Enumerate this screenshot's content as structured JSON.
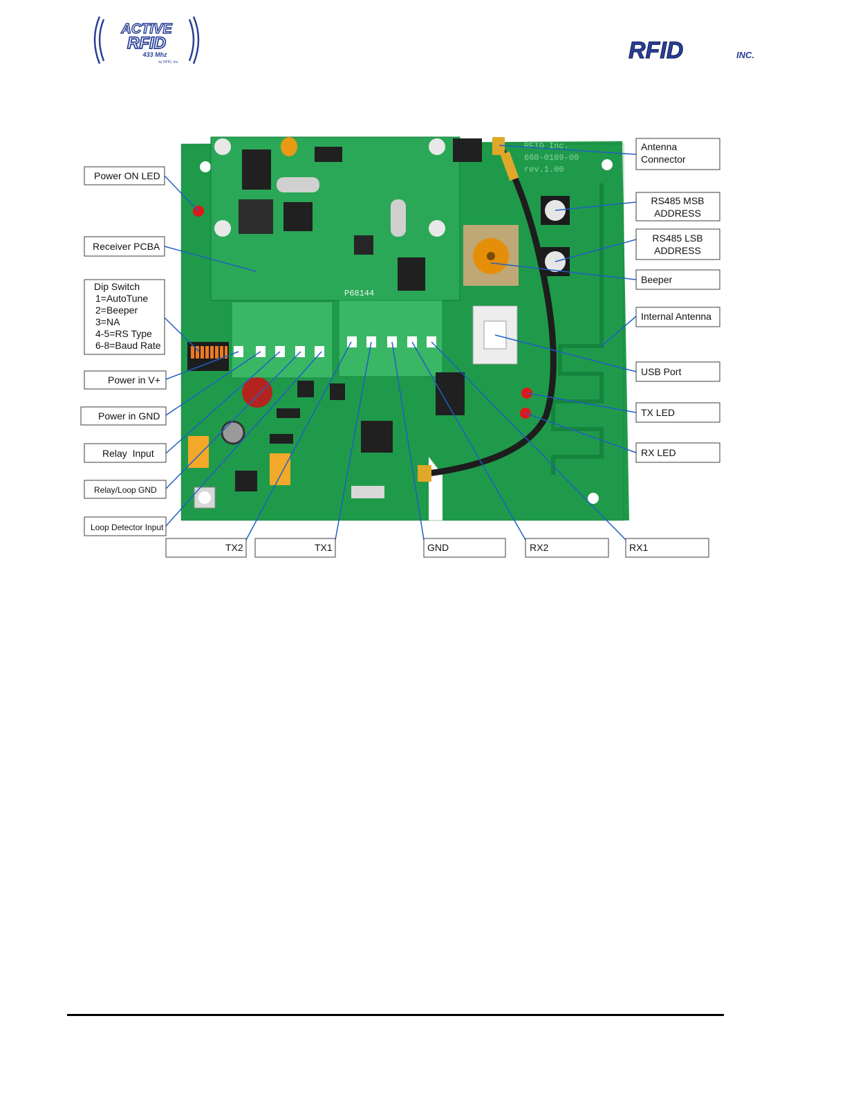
{
  "logos": {
    "left_lines": [
      "ACTIVE",
      "RFID",
      "433 Mhz",
      "by RFID, Inc."
    ],
    "right_text": "RFID",
    "right_suffix": "INC."
  },
  "board": {
    "part_number": "P68144",
    "silk_lines": [
      "RFID Inc.",
      "660-0169-00",
      "rev.1.00"
    ]
  },
  "callouts": {
    "power_on_led": "Power ON LED",
    "receiver_pcba": "Receiver PCBA",
    "dip_switch": [
      "Dip Switch",
      "1=AutoTune",
      "2=Beeper",
      "3=NA",
      "4-5=RS Type",
      "6-8=Baud Rate"
    ],
    "power_v": "Power in V+",
    "power_gnd": "Power in GND",
    "relay_input": "Relay  Input",
    "relay_loop_gnd": "Relay/Loop GND",
    "loop_detector": "Loop Detector Input",
    "tx2": "TX2",
    "tx1": "TX1",
    "gnd": "GND",
    "rx2": "RX2",
    "rx1": "RX1",
    "antenna_connector": [
      "Antenna",
      "Connector"
    ],
    "rs485_msb": [
      "RS485 MSB",
      "ADDRESS"
    ],
    "rs485_lsb": [
      "RS485 LSB",
      "ADDRESS"
    ],
    "beeper": "Beeper",
    "internal_antenna": "Internal Antenna",
    "usb_port": "USB Port",
    "tx_led": "TX LED",
    "rx_led": "RX LED"
  },
  "colors": {
    "pcb": "#1f9a4a",
    "pcb_dark": "#13803a",
    "terminal": "#3ab765",
    "callout_line": "#1f5fc4",
    "led": "#e0161b",
    "logo_blue": "#2a3f96"
  }
}
